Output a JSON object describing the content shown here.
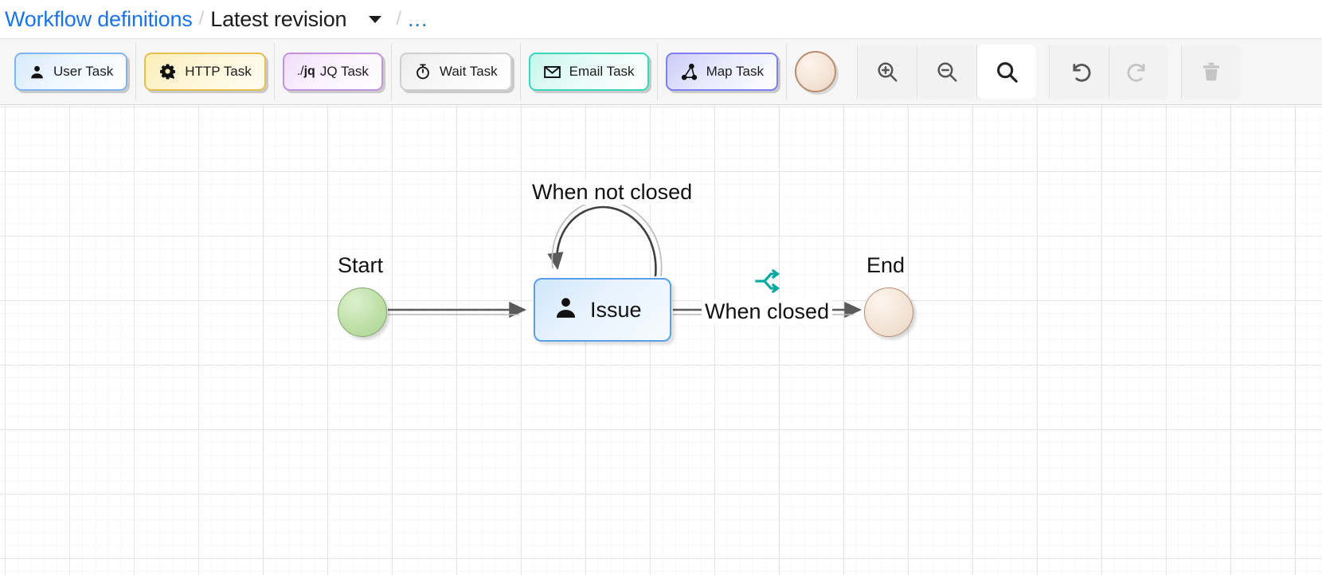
{
  "breadcrumb": {
    "root_label": "Workflow definitions",
    "separator": "/",
    "revision_label": "Latest revision",
    "caret_icon": "chevron-down-icon",
    "ellipsis_label": "...",
    "link_color": "#1a73e8"
  },
  "toolbar": {
    "palette": [
      {
        "label": "User Task",
        "icon": "person-icon",
        "accent": "#7eb6ef"
      },
      {
        "label": "HTTP Task",
        "icon": "gear-arrow-icon",
        "accent": "#e8bf4e"
      },
      {
        "label": "JQ Task",
        "icon": "jq-text-icon",
        "accent": "#c493e0",
        "prefix_plain": "./",
        "prefix_bold": "jq"
      },
      {
        "label": "Wait Task",
        "icon": "stopwatch-icon",
        "accent": "#cfcfcf"
      },
      {
        "label": "Email Task",
        "icon": "envelope-icon",
        "accent": "#38d6bb"
      },
      {
        "label": "Map Task",
        "icon": "graph-node-icon",
        "accent": "#7d7ef0"
      }
    ],
    "end_node_swatch": {
      "name": "end-node-swatch",
      "accent": "#b98c72"
    },
    "view_controls": [
      {
        "name": "zoom-in-button",
        "icon": "zoom-in-icon",
        "state": "enabled"
      },
      {
        "name": "zoom-out-button",
        "icon": "zoom-out-icon",
        "state": "enabled"
      },
      {
        "name": "zoom-fit-button",
        "icon": "search-icon",
        "state": "active"
      }
    ],
    "history_controls": [
      {
        "name": "undo-button",
        "icon": "undo-icon",
        "state": "enabled"
      },
      {
        "name": "redo-button",
        "icon": "redo-icon",
        "state": "disabled"
      }
    ],
    "delete_control": {
      "name": "delete-button",
      "icon": "trash-icon",
      "state": "disabled"
    }
  },
  "canvas": {
    "nodes": [
      {
        "id": "start",
        "label": "Start",
        "shape": "circle",
        "fill": "#bfe0a8"
      },
      {
        "id": "issue",
        "label": "Issue",
        "shape": "rounded-rect",
        "icon": "person-icon",
        "fill": "#cfe6fb"
      },
      {
        "id": "end",
        "label": "End",
        "shape": "circle",
        "fill": "#f2e3d4"
      }
    ],
    "edges": [
      {
        "from": "start",
        "to": "issue",
        "label": ""
      },
      {
        "from": "issue",
        "to": "issue",
        "label": "When not closed"
      },
      {
        "from": "issue",
        "to": "end",
        "label": "When closed",
        "icon": "branch-split-icon",
        "icon_color": "#09a8a0"
      }
    ]
  }
}
